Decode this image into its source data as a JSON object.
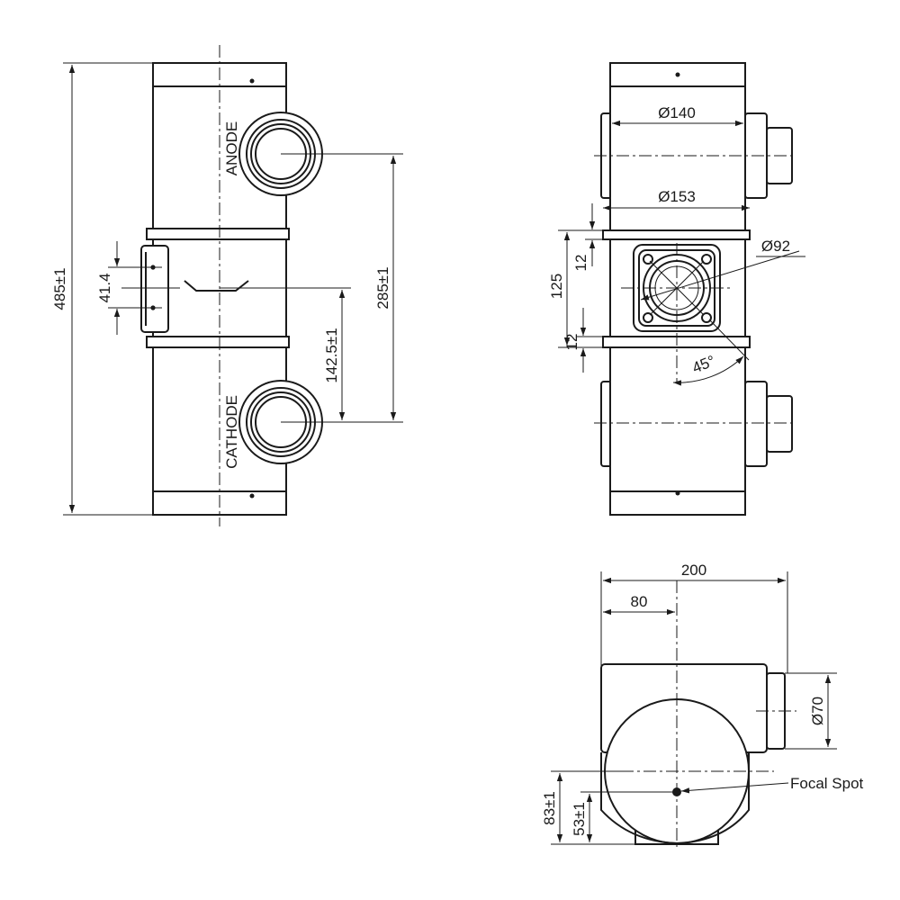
{
  "labels": {
    "anode": "ANODE",
    "cathode": "CATHODE",
    "focal_spot": "Focal Spot"
  },
  "dimensions": {
    "overall_height": "485±1",
    "anode_cathode": "285±1",
    "center_to_cathode": "142.5±1",
    "connector_spacing": "41.4",
    "dia_140": "Ø140",
    "dia_153": "Ø153",
    "dia_92": "Ø92",
    "flange_125": "125",
    "flange_12_top": "12",
    "flange_12_bottom": "12",
    "angle_45": "45°",
    "width_200": "200",
    "offset_80": "80",
    "dia_70": "Ø70",
    "focal_83": "83±1",
    "focal_53": "53±1"
  }
}
